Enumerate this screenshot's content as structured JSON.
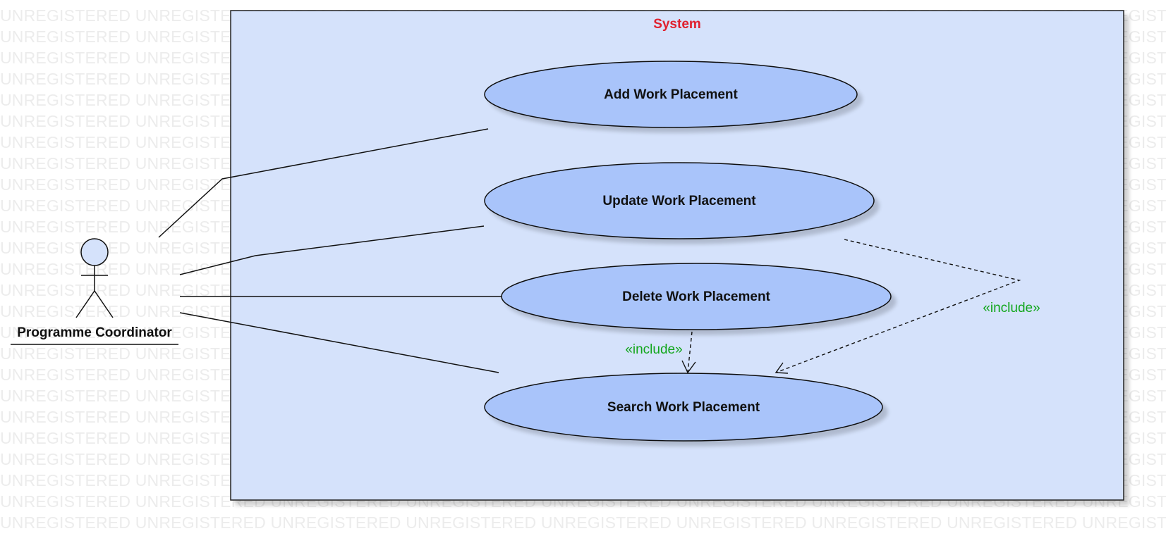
{
  "watermark": {
    "text": "UNREGISTERED"
  },
  "colors": {
    "system_fill": "#d5e2fb",
    "use_case_fill": "#a9c4fa",
    "system_title": "#e0202e",
    "include_label": "#11a61b",
    "line": "#111111"
  },
  "system": {
    "title": "System"
  },
  "actor": {
    "name": "Programme Coordinator"
  },
  "use_cases": {
    "add": "Add Work Placement",
    "update": "Update Work Placement",
    "delete": "Delete Work Placement",
    "search": "Search Work Placement"
  },
  "relations": {
    "include_delete_search": "«include»",
    "include_update_search": "«include»"
  }
}
